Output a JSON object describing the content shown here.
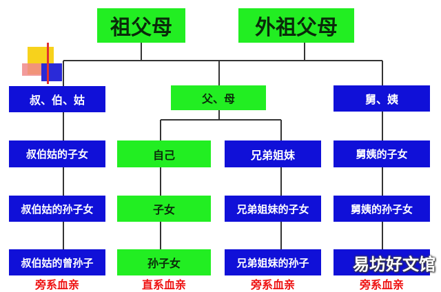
{
  "nodes": {
    "grandparents": "祖父母",
    "maternal_grandparents": "外祖父母",
    "uncles_aunts_paternal": "叔、伯、姑",
    "parents": "父、母",
    "uncles_aunts_maternal": "舅、姨",
    "paternal_cousins": "叔伯姑的子女",
    "self": "自己",
    "siblings": "兄弟姐妹",
    "maternal_cousins": "舅姨的子女",
    "paternal_cousins_grandchildren": "叔伯姑的孙子女",
    "children": "子女",
    "siblings_children": "兄弟姐妹的子女",
    "maternal_grandchildren": "舅姨的孙子女",
    "paternal_great_grandchildren": "叔伯姑的曾孙子",
    "grandchildren": "孙子女",
    "siblings_grandchildren": "兄弟姐妹的孙子"
  },
  "labels": {
    "collateral_1": "旁系血亲",
    "lineal": "直系血亲",
    "collateral_2": "旁系血亲",
    "collateral_3": "旁系血亲"
  },
  "watermark": "易坊好文馆",
  "colors": {
    "green": "#22ee22",
    "blue": "#1010d8",
    "label_red": "#ee1111",
    "line": "#333333"
  }
}
